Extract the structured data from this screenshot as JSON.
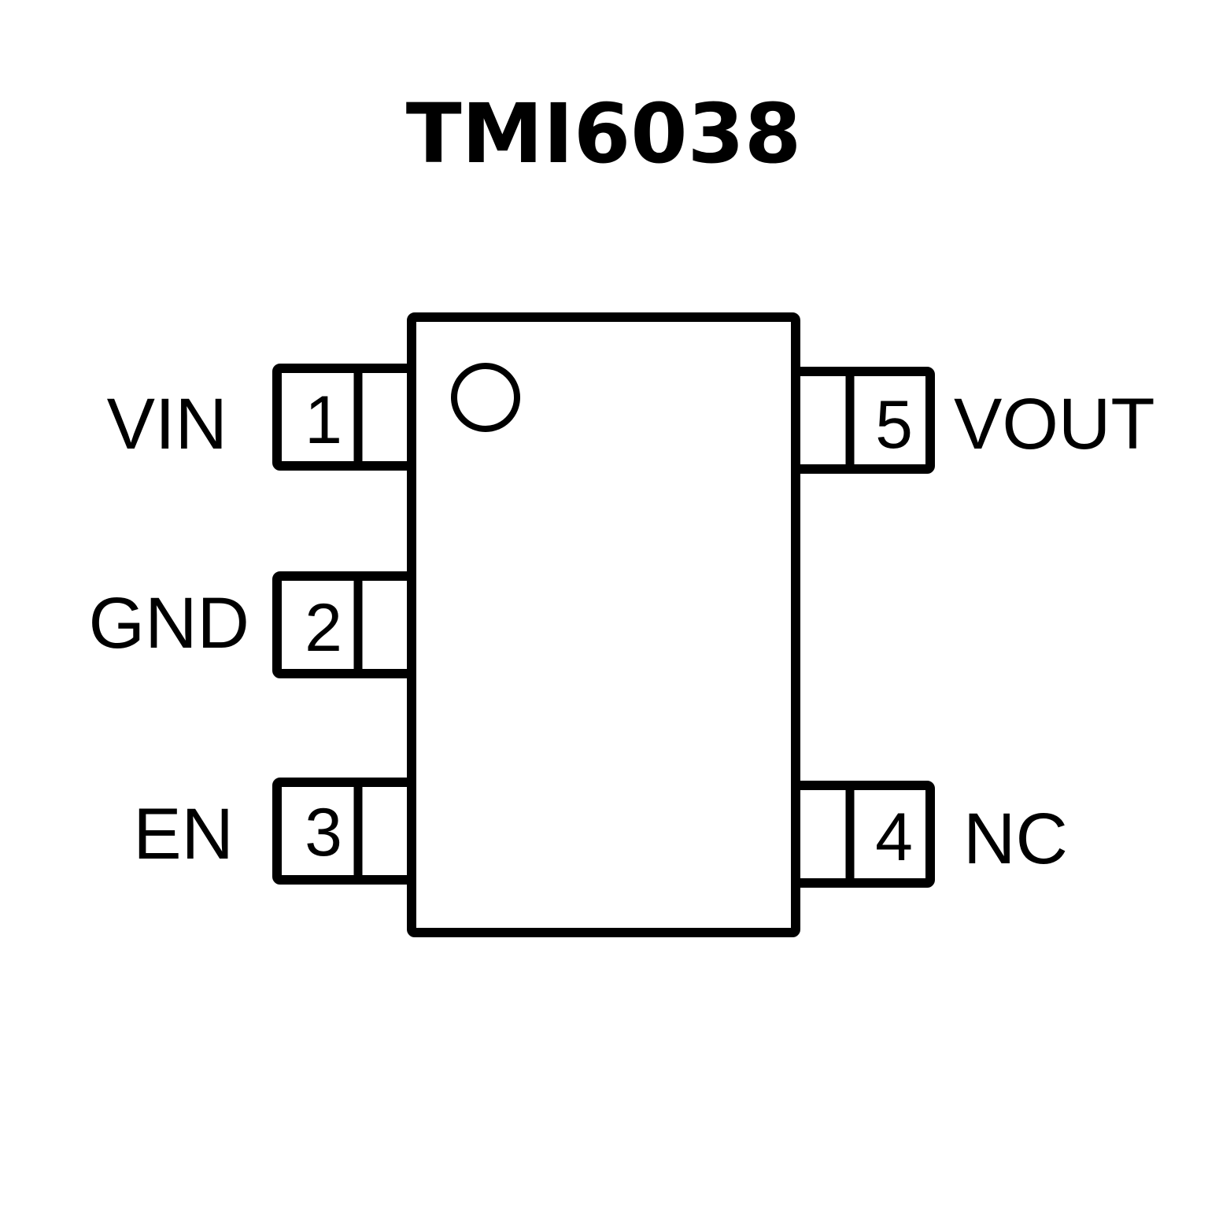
{
  "title": "TMI6038",
  "package": {
    "pin1_marker": "circle-dot",
    "pins": [
      {
        "number": "1",
        "name": "VIN",
        "side": "left"
      },
      {
        "number": "2",
        "name": "GND",
        "side": "left"
      },
      {
        "number": "3",
        "name": "EN",
        "side": "left"
      },
      {
        "number": "4",
        "name": "NC",
        "side": "right"
      },
      {
        "number": "5",
        "name": "VOUT",
        "side": "right"
      }
    ]
  }
}
